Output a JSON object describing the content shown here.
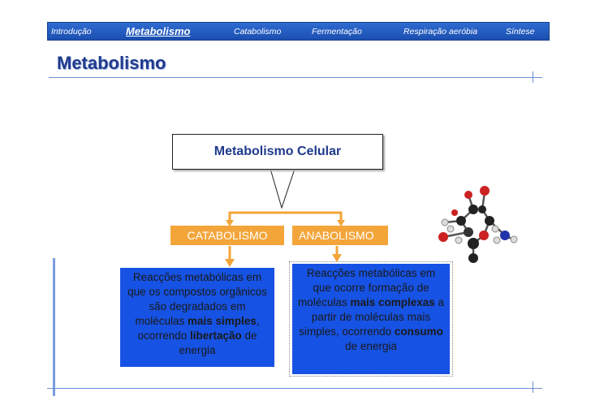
{
  "nav": {
    "items": [
      "Introdução",
      "Metabolismo",
      "Catabolismo",
      "Fermentação",
      "Respiração aeróbia",
      "Síntese"
    ],
    "active": "Metabolismo"
  },
  "page": {
    "title": "Metabolismo"
  },
  "diagram": {
    "root": "Metabolismo Celular",
    "left_tag": "CATABOLISMO",
    "right_tag": "ANABOLISMO",
    "left_desc": {
      "p1": "Reacções metabólicas em que os compostos orgânicos são degradados em moléculas ",
      "b1": "mais simples",
      "p2": ", ocorrendo ",
      "b2": "libertação",
      "p3": " de energia"
    },
    "right_desc": {
      "p1": "Reacções metabólicas em que ocorre formação de moléculas ",
      "b1": "mais complexas",
      "p2": " a partir de moléculas mais simples, ocorrendo ",
      "b2": "consumo",
      "p3": " de energia"
    }
  },
  "colors": {
    "nav": "#1b4fb0",
    "tag": "#f3a53a",
    "desc_box": "#1652e3",
    "title": "#1f3a8c"
  },
  "icons": [
    "molecule-illustration"
  ]
}
